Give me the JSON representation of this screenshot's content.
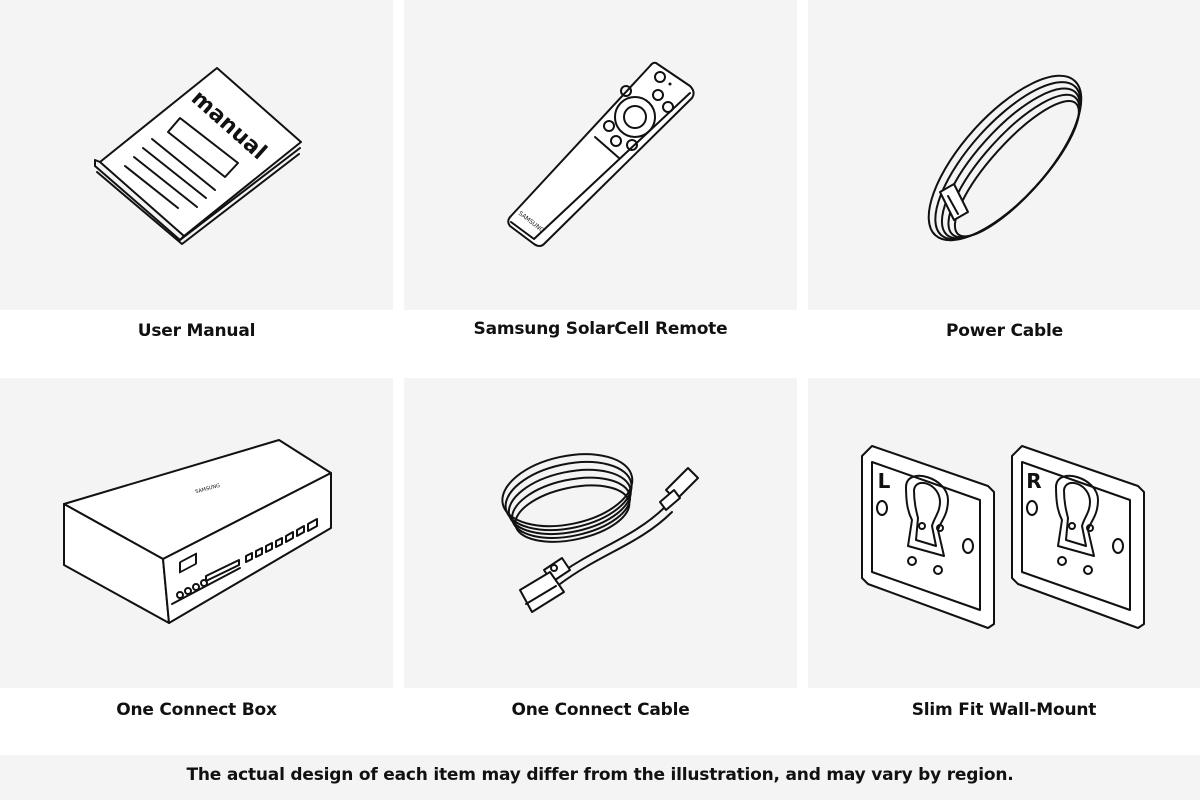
{
  "items": [
    {
      "label": "User Manual",
      "icon": "manual-book-icon",
      "printed": "manual"
    },
    {
      "label": "Samsung SolarCell Remote",
      "icon": "remote-control-icon",
      "printed": "SAMSUNG"
    },
    {
      "label": "Power Cable",
      "icon": "power-cable-icon"
    },
    {
      "label": "One Connect Box",
      "icon": "one-connect-box-icon",
      "printed": "SAMSUNG"
    },
    {
      "label": "One Connect Cable",
      "icon": "one-connect-cable-icon"
    },
    {
      "label": "Slim Fit Wall-Mount",
      "icon": "wall-mount-brackets-icon",
      "marks": [
        "L",
        "R"
      ]
    }
  ],
  "disclaimer": "The actual design of each item may differ from the illustration, and may vary by region.",
  "colors": {
    "panel": "#f4f4f4",
    "background": "#ffffff",
    "line": "#111111"
  }
}
